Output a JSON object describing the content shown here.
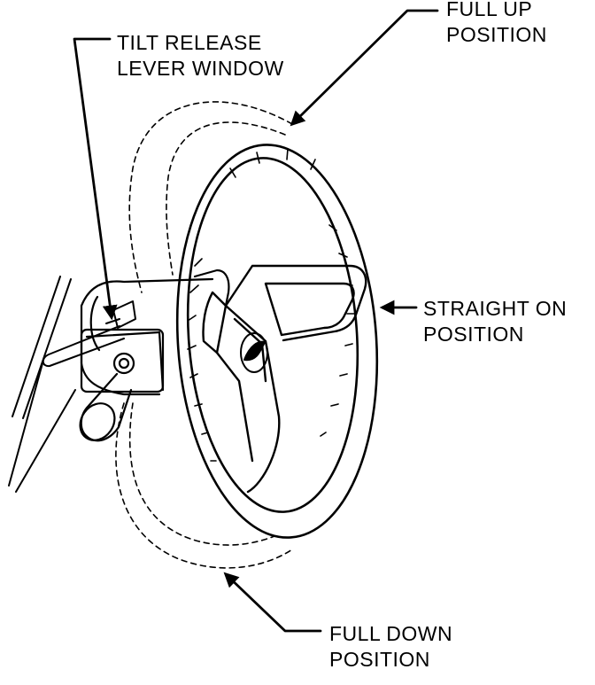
{
  "labels": {
    "tilt_release": {
      "line1": "TILT RELEASE",
      "line2": "LEVER WINDOW"
    },
    "full_up": {
      "line1": "FULL UP",
      "line2": "POSITION"
    },
    "straight_on": {
      "line1": "STRAIGHT ON",
      "line2": "POSITION"
    },
    "full_down": {
      "line1": "FULL DOWN",
      "line2": "POSITION"
    }
  },
  "colors": {
    "ink": "#000000",
    "paper": "#ffffff"
  }
}
